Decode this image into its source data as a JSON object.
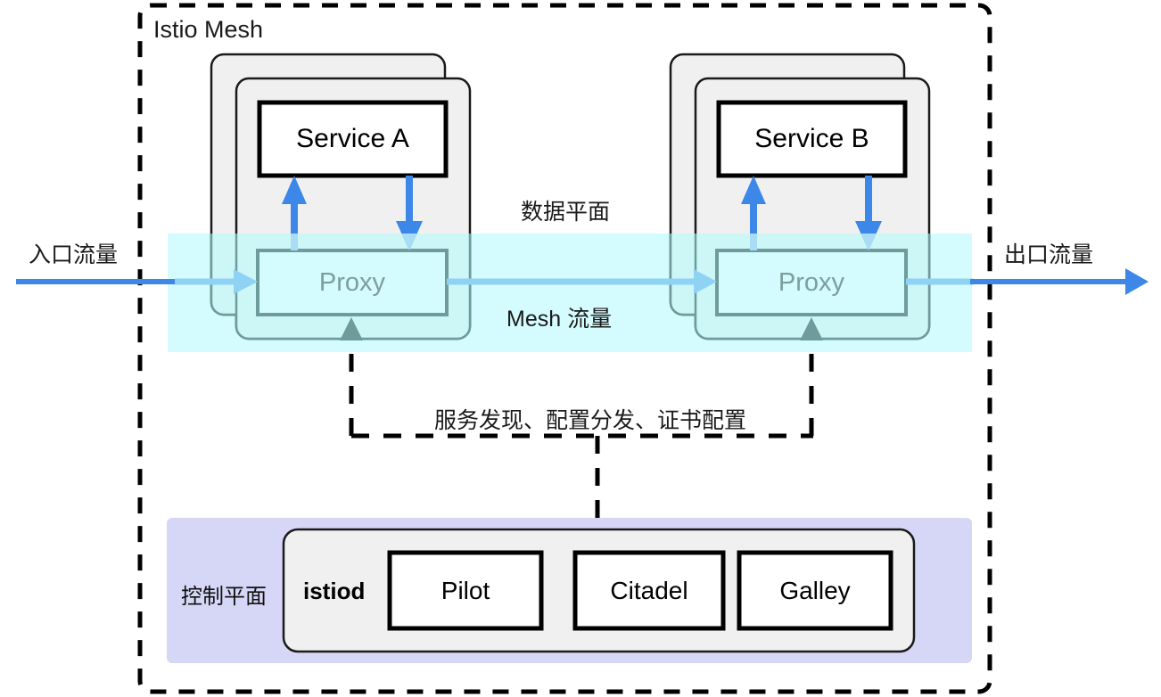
{
  "diagram": {
    "title": "Istio Mesh",
    "mesh_boundary_label": "Istio Mesh",
    "data_plane_label": "数据平面",
    "mesh_traffic_label": "Mesh 流量",
    "ingress_label": "入口流量",
    "egress_label": "出口流量",
    "control_channel_label": "服务发现、配置分发、证书配置",
    "control_plane_label": "控制平面",
    "istiod_label": "istiod"
  },
  "pods": [
    {
      "service_label": "Service A",
      "proxy_label": "Proxy"
    },
    {
      "service_label": "Service B",
      "proxy_label": "Proxy"
    }
  ],
  "control_plane_components": [
    {
      "label": "Pilot"
    },
    {
      "label": "Citadel"
    },
    {
      "label": "Galley"
    }
  ],
  "colors": {
    "mesh_border": "#000000",
    "pod_fill": "#f0f0f0",
    "pod_border": "#1a1a1a",
    "service_border": "#000000",
    "service_fill": "#ffffff",
    "data_plane_band": "#d4fbfd",
    "proxy_border": "#6e9b9b",
    "proxy_text": "#7d9e9e",
    "traffic_blue": "#3d87e8",
    "traffic_light_blue": "#8fd3f4",
    "control_plane_bg": "#d6d6f7",
    "control_plane_inner": "#f0f0f0",
    "control_line": "#000000",
    "control_arrow": "#6e9b9b"
  }
}
